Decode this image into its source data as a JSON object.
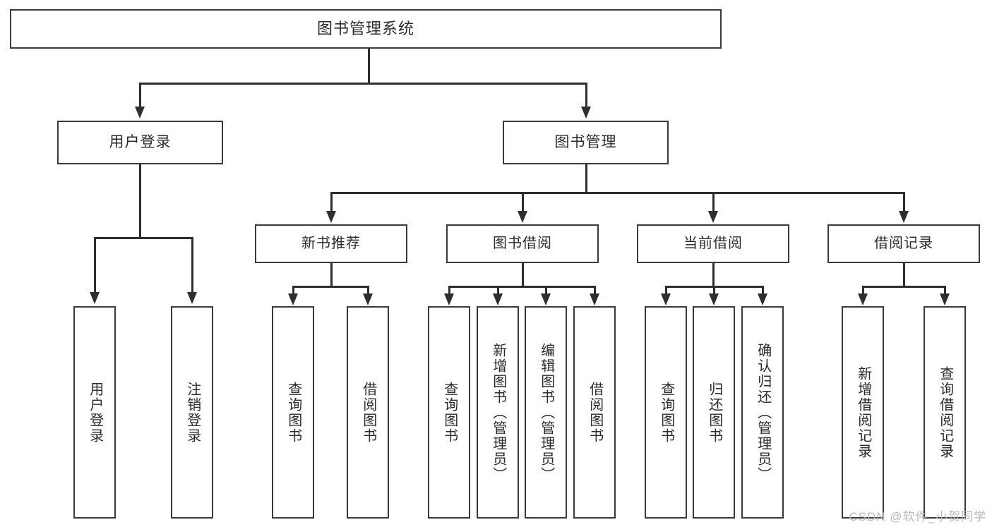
{
  "diagram": {
    "title": "图书管理系统",
    "type": "tree",
    "root": {
      "label": "图书管理系统"
    },
    "level2": [
      {
        "label": "用户登录"
      },
      {
        "label": "图书管理"
      }
    ],
    "level3": [
      {
        "label": "新书推荐"
      },
      {
        "label": "图书借阅"
      },
      {
        "label": "当前借阅"
      },
      {
        "label": "借阅记录"
      }
    ],
    "leaves": {
      "user_login": [
        {
          "label": "用户登录"
        },
        {
          "label": "注销登录"
        }
      ],
      "new_book_recommend": [
        {
          "label": "查询图书"
        },
        {
          "label": "借阅图书"
        }
      ],
      "book_borrow": [
        {
          "label": "查询图书"
        },
        {
          "label": "新增图书（管理员）"
        },
        {
          "label": "编辑图书（管理员）"
        },
        {
          "label": "借阅图书"
        }
      ],
      "current_borrow": [
        {
          "label": "查询图书"
        },
        {
          "label": "归还图书"
        },
        {
          "label": "确认归还（管理员）"
        }
      ],
      "borrow_record": [
        {
          "label": "新增借阅记录"
        },
        {
          "label": "查询借阅记录"
        }
      ]
    }
  },
  "watermark": {
    "text": "CSDN @软件_小贺同学"
  },
  "colors": {
    "box_border": "#3a3a3a",
    "connector": "#2e2e2e",
    "text": "#2b2b2b",
    "background": "#ffffff",
    "watermark": "#b9b9b9"
  }
}
